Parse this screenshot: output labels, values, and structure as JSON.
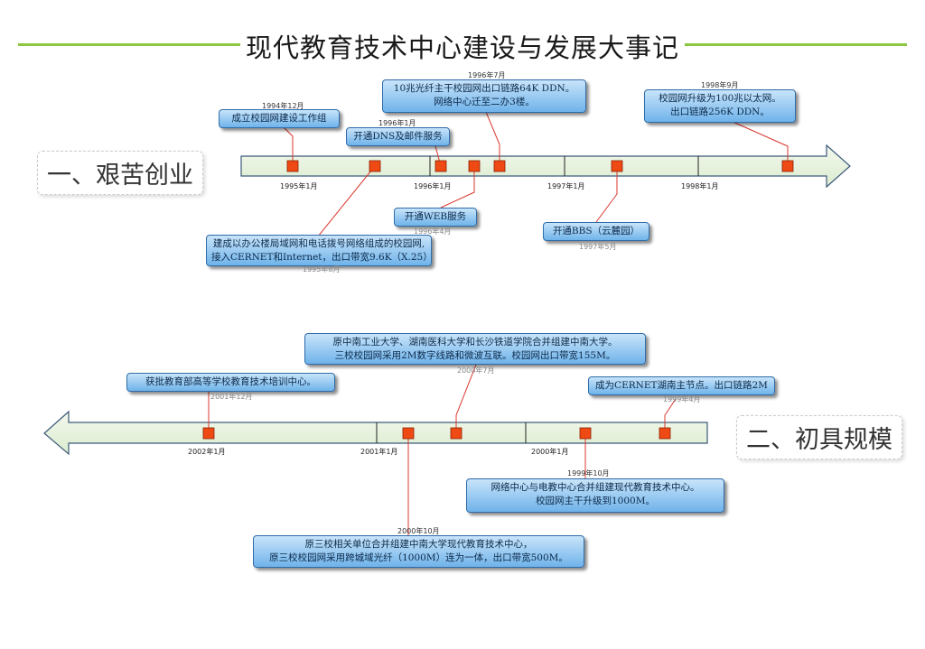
{
  "title": "现代教育技术中心建设与发展大事记",
  "section1_label": "一、艰苦创业",
  "section2_label": "二、初具规模",
  "colors": {
    "accent_line": "#8cc63f",
    "marker": "#f04a14",
    "connector": "#d9372e",
    "box_fill": "#8cc4f0",
    "arrow_fill": "#e6f2e0"
  },
  "timeline1": {
    "ticks": [
      "1995年1月",
      "1996年1月",
      "1997年1月",
      "1998年1月"
    ],
    "events": [
      {
        "date": "1994年12月",
        "text": [
          "成立校园网建设工作组"
        ]
      },
      {
        "date": "1995年8月",
        "text": [
          "建成以办公楼局域网和电话拨号网络组成的校园网,",
          "接入CERNET和Internet，出口带宽9.6K（X.25）"
        ]
      },
      {
        "date": "1996年1月",
        "text": [
          "开通DNS及邮件服务"
        ]
      },
      {
        "date": "1996年4月",
        "text": [
          "开通WEB服务"
        ]
      },
      {
        "date": "1996年7月",
        "text": [
          "10兆光纤主干校园网出口链路64K DDN。",
          "网络中心迁至二办3楼。"
        ]
      },
      {
        "date": "1997年5月",
        "text": [
          "开通BBS（云麓园）"
        ]
      },
      {
        "date": "1998年9月",
        "text": [
          "校园网升级为100兆以太网。",
          "出口链路256K DDN。"
        ]
      }
    ]
  },
  "timeline2": {
    "ticks": [
      "2002年1月",
      "2001年1月",
      "2000年1月"
    ],
    "events": [
      {
        "date": "2001年12月",
        "text": [
          "获批教育部高等学校教育技术培训中心。"
        ]
      },
      {
        "date": "2000年10月",
        "text": [
          "原三校相关单位合并组建中南大学现代教育技术中心，",
          "原三校校园网采用跨城域光纤（1000M）连为一体，出口带宽500M。"
        ]
      },
      {
        "date": "2000年7月",
        "text": [
          "原中南工业大学、湖南医科大学和长沙铁道学院合并组建中南大学。",
          "三校校园网采用2M数字线路和微波互联。校园网出口带宽155M。"
        ]
      },
      {
        "date": "1999年10月",
        "text": [
          "网络中心与电教中心合并组建现代教育技术中心。",
          "校园网主干升级到1000M。"
        ]
      },
      {
        "date": "1999年4月",
        "text": [
          "成为CERNET湖南主节点。出口链路2M"
        ]
      }
    ]
  }
}
